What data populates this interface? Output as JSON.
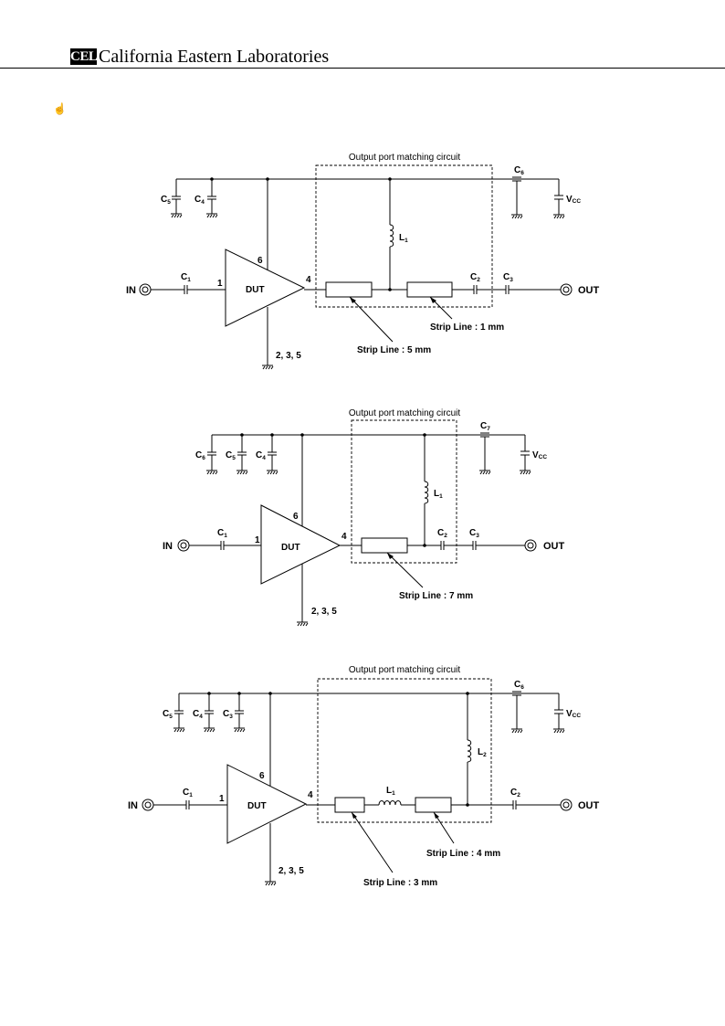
{
  "header": {
    "logo": "CEL",
    "company": "California Eastern Laboratories",
    "mark": "☝"
  },
  "circuits": [
    {
      "box_title": "Output port matching circuit",
      "in": "IN",
      "out": "OUT",
      "dut": "DUT",
      "pin_in": "1",
      "pin_vcc": "6",
      "pin_out": "4",
      "gnd_pins": "2, 3, 5",
      "caps_top": [
        {
          "letter": "C",
          "sub": "5"
        },
        {
          "letter": "C",
          "sub": "4"
        }
      ],
      "cap_in": {
        "letter": "C",
        "sub": "1"
      },
      "cap_vcc": {
        "letter": "C",
        "sub": "6"
      },
      "vcc": {
        "letter": "V",
        "sub": "CC"
      },
      "l1": {
        "letter": "L",
        "sub": "1"
      },
      "c2": {
        "letter": "C",
        "sub": "2"
      },
      "c3": {
        "letter": "C",
        "sub": "3"
      },
      "strip_a": "Strip Line : 5 mm",
      "strip_b": "Strip Line : 1 mm"
    },
    {
      "box_title": "Output port matching circuit",
      "in": "IN",
      "out": "OUT",
      "dut": "DUT",
      "pin_in": "1",
      "pin_vcc": "6",
      "pin_out": "4",
      "gnd_pins": "2, 3, 5",
      "caps_top": [
        {
          "letter": "C",
          "sub": "6"
        },
        {
          "letter": "C",
          "sub": "5"
        },
        {
          "letter": "C",
          "sub": "4"
        }
      ],
      "cap_in": {
        "letter": "C",
        "sub": "1"
      },
      "cap_vcc": {
        "letter": "C",
        "sub": "7"
      },
      "vcc": {
        "letter": "V",
        "sub": "CC"
      },
      "l1": {
        "letter": "L",
        "sub": "1"
      },
      "c2": {
        "letter": "C",
        "sub": "2"
      },
      "c3": {
        "letter": "C",
        "sub": "3"
      },
      "strip_a": "Strip Line : 7 mm"
    },
    {
      "box_title": "Output port matching circuit",
      "in": "IN",
      "out": "OUT",
      "dut": "DUT",
      "pin_in": "1",
      "pin_vcc": "6",
      "pin_out": "4",
      "gnd_pins": "2, 3, 5",
      "caps_top": [
        {
          "letter": "C",
          "sub": "5"
        },
        {
          "letter": "C",
          "sub": "4"
        },
        {
          "letter": "C",
          "sub": "3"
        }
      ],
      "cap_in": {
        "letter": "C",
        "sub": "1"
      },
      "cap_vcc": {
        "letter": "C",
        "sub": "6"
      },
      "vcc": {
        "letter": "V",
        "sub": "CC"
      },
      "l1": {
        "letter": "L",
        "sub": "1"
      },
      "l2": {
        "letter": "L",
        "sub": "2"
      },
      "c2": {
        "letter": "C",
        "sub": "2"
      },
      "strip_a": "Strip Line : 3 mm",
      "strip_b": "Strip Line : 4 mm"
    }
  ]
}
